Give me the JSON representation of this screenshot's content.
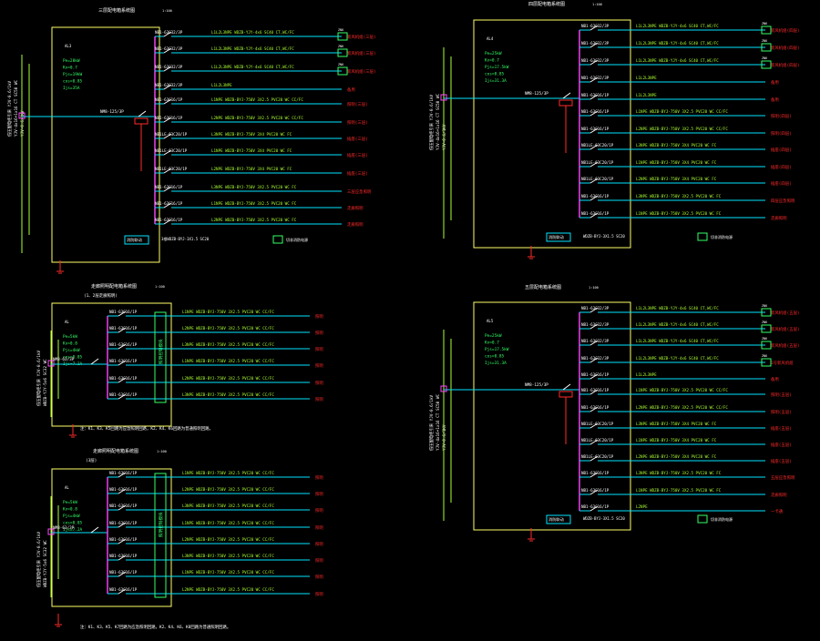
{
  "colors": {
    "background": "#000000",
    "frame": "#ffff66",
    "bus": "#ff44ff",
    "circuit": "#00e5ff",
    "cable": "#aaff33",
    "load": "#ff2a2a",
    "label": "#ffffff",
    "meter": "#33ff66",
    "green": "#00ff66"
  },
  "panels": [
    {
      "title": "三层配电箱系统图",
      "scale": "1:100",
      "feeder": [
        "低压配电柜引来 YJV-0.6/1kV",
        "YJV-4x16+1x16 CT SC50 WC",
        "YJV-0.6/1KV"
      ],
      "params": [
        "Pe=28kW",
        "Kx=0.7",
        "Pjs=19kW",
        "cos=0.85",
        "Ijs=35A"
      ],
      "main": "NM8-125/3P",
      "circuits": [
        {
          "breaker": "NB1-63C32/3P",
          "cable": "L1L2L3NPE WDZB-YJY-4x6 SC40 CT,WC/FC",
          "load": "新风机组(三层)",
          "meter": "ZNK"
        },
        {
          "breaker": "NB1-63C32/3P",
          "cable": "L1L2L3NPE WDZB-YJY-4x6 SC40 CT,WC/FC",
          "load": "新风机组(三层)",
          "meter": "ZNK"
        },
        {
          "breaker": "NB1-63C32/3P",
          "cable": "L1L2L3NPE WDZB-YJY-4x6 SC40 CT,WC/FC",
          "load": "新风机组(三层)",
          "meter": "ZNK"
        },
        {
          "breaker": "NB1-63C32/3P",
          "cable": "L1L2L3NPE",
          "load": "备用",
          "meter": ""
        },
        {
          "breaker": "NB1-63C16/1P",
          "cable": "L1NPE WDZB-BYJ-750V 3X2.5 PVC20 WC CC/FC",
          "load": "照明(三层)",
          "meter": ""
        },
        {
          "breaker": "NB1-63C16/1P",
          "cable": "L2NPE WDZB-BYJ-750V 3X2.5 PVC20 WC CC/FC",
          "load": "照明(三层)",
          "meter": ""
        },
        {
          "breaker": "NB1LE-63C20/1P",
          "cable": "L3NPE WDZB-BYJ-750V 3X4 PVC20 WC FC",
          "load": "插座(三层)",
          "meter": ""
        },
        {
          "breaker": "NB1LE-63C20/1P",
          "cable": "L1NPE WDZB-BYJ-750V 3X4 PVC20 WC FC",
          "load": "插座(三层)",
          "meter": ""
        },
        {
          "breaker": "NB1LE-63C20/1P",
          "cable": "L2NPE WDZB-BYJ-750V 3X4 PVC20 WC FC",
          "load": "插座(三层)",
          "meter": ""
        },
        {
          "breaker": "NB1-63C16/1P",
          "cable": "L3NPE WDZB-BYJ-750V 3X2.5 PVC20 WC FC",
          "load": "三层应急照明",
          "meter": ""
        },
        {
          "breaker": "NB1-63C16/1P",
          "cable": "L1NPE WDZB-BYJ-750V 3X2.5 PVC20 WC FC",
          "load": "走廊照明",
          "meter": ""
        },
        {
          "breaker": "NB1-63C16/1P",
          "cable": "L2NPE WDZB-BYJ-750V 3X2.5 PVC20 WC FC",
          "load": "走廊照明",
          "meter": ""
        }
      ],
      "footer": "消防联动",
      "footer2": "3根WDZB-BYJ-3X1.5 SC20",
      "footer3": "切非消防电源",
      "box": "AL3"
    },
    {
      "title": "四层配电箱系统图",
      "scale": "1:100",
      "feeder": [
        "低压配电柜引来 YJV-0.6/1kV",
        "YJV-4x16+1x16 CT SC50 WC",
        "YJV-0.6/1KV"
      ],
      "params": [
        "Pe=25kW",
        "Kx=0.7",
        "Pjs=17.5kW",
        "cos=0.85",
        "Ijs=31.3A"
      ],
      "main": "NM8-125/3P",
      "circuits": [
        {
          "breaker": "NB1-63C32/3P",
          "cable": "L1L2L3NPE WDZB-YJY-4x6 SC40 CT,WC/FC",
          "load": "新风机组(四层)",
          "meter": "ZNK"
        },
        {
          "breaker": "NB1-63C32/3P",
          "cable": "L1L2L3NPE WDZB-YJY-4x6 SC40 CT,WC/FC",
          "load": "新风机组(四层)",
          "meter": "ZNK"
        },
        {
          "breaker": "NB1-63C32/3P",
          "cable": "L1L2L3NPE WDZB-YJY-4x6 SC40 CT,WC/FC",
          "load": "新风机组(四层)",
          "meter": "ZNK"
        },
        {
          "breaker": "NB1-63C32/3P",
          "cable": "L1L2L3NPE",
          "load": "备用",
          "meter": ""
        },
        {
          "breaker": "NB1-63C16/1P",
          "cable": "L1L2L3NPE",
          "load": "备用",
          "meter": ""
        },
        {
          "breaker": "NB1-63C16/1P",
          "cable": "L1NPE WDZB-BYJ-750V 3X2.5 PVC20 WC CC/FC",
          "load": "照明(四层)",
          "meter": ""
        },
        {
          "breaker": "NB1-63C16/1P",
          "cable": "L2NPE WDZB-BYJ-750V 3X2.5 PVC20 WC CC/FC",
          "load": "照明(四层)",
          "meter": ""
        },
        {
          "breaker": "NB1LE-63C20/1P",
          "cable": "L3NPE WDZB-BYJ-750V 3X4 PVC20 WC FC",
          "load": "插座(四层)",
          "meter": ""
        },
        {
          "breaker": "NB1LE-63C20/1P",
          "cable": "L1NPE WDZB-BYJ-750V 3X4 PVC20 WC FC",
          "load": "插座(四层)",
          "meter": ""
        },
        {
          "breaker": "NB1LE-63C20/1P",
          "cable": "L2NPE WDZB-BYJ-750V 3X4 PVC20 WC FC",
          "load": "插座(四层)",
          "meter": ""
        },
        {
          "breaker": "NB1-63C16/1P",
          "cable": "L3NPE WDZB-BYJ-750V 3X2.5 PVC20 WC FC",
          "load": "四层应急照明",
          "meter": ""
        },
        {
          "breaker": "NB1-63C16/1P",
          "cable": "L1NPE WDZB-BYJ-750V 3X2.5 PVC20 WC FC",
          "load": "走廊照明",
          "meter": ""
        }
      ],
      "footer": "消防联动",
      "footer2": "WDZB-BYJ-3X1.5 SC20",
      "footer3": "切非消防电源",
      "box": "AL4"
    },
    {
      "title": "走廊照明配电箱系统图",
      "scale": "1:100",
      "subtitle": "(1、2层走廊照明)",
      "feeder": [
        "低压配电柜引来 YJV-0.6/1kV",
        "WDZB-YJY-5x6 SC32 WC"
      ],
      "params": [
        "Pe=5kW",
        "Kx=0.8",
        "Pjs=4kW",
        "cos=0.85",
        "Ijs=7.2A"
      ],
      "main": "NM8-63/3P",
      "bus_label": "照明控制模块",
      "circuits": [
        {
          "breaker": "NB1-63C16/1P",
          "cable": "L1NPE WDZB-BYJ-750V 3X2.5 PVC20 WC CC/FC",
          "load": "照明"
        },
        {
          "breaker": "NB1-63C16/1P",
          "cable": "L2NPE WDZB-BYJ-750V 3X2.5 PVC20 WC CC/FC",
          "load": "照明"
        },
        {
          "breaker": "NB1-63C16/1P",
          "cable": "L3NPE WDZB-BYJ-750V 3X2.5 PVC20 WC CC/FC",
          "load": "照明"
        },
        {
          "breaker": "NB1-63C16/1P",
          "cable": "L1NPE WDZB-BYJ-750V 3X2.5 PVC20 WC CC/FC",
          "load": "照明"
        },
        {
          "breaker": "NB1-63C16/1P",
          "cable": "L2NPE WDZB-BYJ-750V 3X2.5 PVC20 WC CC/FC",
          "load": "照明"
        },
        {
          "breaker": "NB1-63C16/1P",
          "cable": "L3NPE WDZB-BYJ-750V 3X2.5 PVC20 WC CC/FC",
          "load": "照明"
        }
      ],
      "note": "注：K1、K3、K5回路为应急照明回路，K2、K4、K6回路为普通照明回路。",
      "box": "AL"
    },
    {
      "title": "走廊照明配电箱系统图",
      "scale": "1:100",
      "subtitle": "(3层)",
      "feeder": [
        "低压配电柜引来 YJV-0.6/1kV",
        "WDZB-YJY-5x6 SC32 WC"
      ],
      "params": [
        "Pe=5kW",
        "Kx=0.8",
        "Pjs=4kW",
        "cos=0.85",
        "Ijs=7.2A"
      ],
      "main": "NM8-63/3P",
      "bus_label": "照明控制模块",
      "circuits": [
        {
          "breaker": "NB1-63C16/1P",
          "cable": "L1NPE WDZB-BYJ-750V 3X2.5 PVC20 WC CC/FC",
          "load": "照明"
        },
        {
          "breaker": "NB1-63C16/1P",
          "cable": "L2NPE WDZB-BYJ-750V 3X2.5 PVC20 WC CC/FC",
          "load": "照明"
        },
        {
          "breaker": "NB1-63C16/1P",
          "cable": "L3NPE WDZB-BYJ-750V 3X2.5 PVC20 WC CC/FC",
          "load": "照明"
        },
        {
          "breaker": "NB1-63C16/1P",
          "cable": "L1NPE WDZB-BYJ-750V 3X2.5 PVC20 WC CC/FC",
          "load": "照明"
        },
        {
          "breaker": "NB1-63C16/1P",
          "cable": "L2NPE WDZB-BYJ-750V 3X2.5 PVC20 WC CC/FC",
          "load": "照明"
        },
        {
          "breaker": "NB1-63C16/1P",
          "cable": "L3NPE WDZB-BYJ-750V 3X2.5 PVC20 WC CC/FC",
          "load": "照明"
        },
        {
          "breaker": "NB1-63C16/1P",
          "cable": "L1NPE WDZB-BYJ-750V 3X2.5 PVC20 WC CC/FC",
          "load": "照明"
        },
        {
          "breaker": "NB1-63C16/1P",
          "cable": "L2NPE WDZB-BYJ-750V 3X2.5 PVC20 WC CC/FC",
          "load": "照明"
        }
      ],
      "note": "注：K1、K3、K5、K7回路为应急照明回路，K2、K4、K6、K8回路为普通照明回路。",
      "box": "AL"
    },
    {
      "title": "五层配电箱系统图",
      "scale": "1:100",
      "feeder": [
        "低压配电柜引来 YJV-0.6/1kV",
        "YJV-4x16+1x16 CT SC50 WC",
        "YJV-0.6/1KV"
      ],
      "params": [
        "Pe=25kW",
        "Kx=0.7",
        "Pjs=17.5kW",
        "cos=0.85",
        "Ijs=31.3A"
      ],
      "main": "NM8-125/3P",
      "circuits": [
        {
          "breaker": "NB1-63C32/3P",
          "cable": "L1L2L3NPE WDZB-YJY-4x6 SC40 CT,WC/FC",
          "load": "新风机组(五层)",
          "meter": "ZNK"
        },
        {
          "breaker": "NB1-63C32/3P",
          "cable": "L1L2L3NPE WDZB-YJY-4x6 SC40 CT,WC/FC",
          "load": "新风机组(五层)",
          "meter": "ZNK"
        },
        {
          "breaker": "NB1-63C32/3P",
          "cable": "L1L2L3NPE WDZB-YJY-4x6 SC40 CT,WC/FC",
          "load": "新风机组(五层)",
          "meter": "ZNK"
        },
        {
          "breaker": "NB1-63C32/3P",
          "cable": "L1L2L3NPE WDZB-YJY-4x6 SC40 CT,WC/FC",
          "load": "1号新风机组",
          "meter": "ZNK"
        },
        {
          "breaker": "NB1-63C16/1P",
          "cable": "L1L2L3NPE",
          "load": "备用",
          "meter": ""
        },
        {
          "breaker": "NB1-63C16/1P",
          "cable": "L1NPE WDZB-BYJ-750V 3X2.5 PVC20 WC CC/FC",
          "load": "照明(五层)",
          "meter": ""
        },
        {
          "breaker": "NB1-63C16/1P",
          "cable": "L2NPE WDZB-BYJ-750V 3X2.5 PVC20 WC CC/FC",
          "load": "照明(五层)",
          "meter": ""
        },
        {
          "breaker": "NB1LE-63C20/1P",
          "cable": "L3NPE WDZB-BYJ-750V 3X4 PVC20 WC FC",
          "load": "插座(五层)",
          "meter": ""
        },
        {
          "breaker": "NB1LE-63C20/1P",
          "cable": "L1NPE WDZB-BYJ-750V 3X4 PVC20 WC FC",
          "load": "插座(五层)",
          "meter": ""
        },
        {
          "breaker": "NB1LE-63C20/1P",
          "cable": "L2NPE WDZB-BYJ-750V 3X4 PVC20 WC FC",
          "load": "插座(五层)",
          "meter": ""
        },
        {
          "breaker": "NB1-63C16/1P",
          "cable": "L3NPE WDZB-BYJ-750V 3X2.5 PVC20 WC FC",
          "load": "五层应急照明",
          "meter": ""
        },
        {
          "breaker": "NB1-63C16/1P",
          "cable": "L1NPE WDZB-BYJ-750V 3X2.5 PVC20 WC FC",
          "load": "走廊照明",
          "meter": ""
        },
        {
          "breaker": "NB1-63C16/1P",
          "cable": "L2NPE",
          "load": "一卡通",
          "meter": ""
        }
      ],
      "footer": "消防联动",
      "footer2": "WDZB-BYJ-3X1.5 SC20",
      "footer3": "切非消防电源",
      "box": "AL5"
    }
  ]
}
